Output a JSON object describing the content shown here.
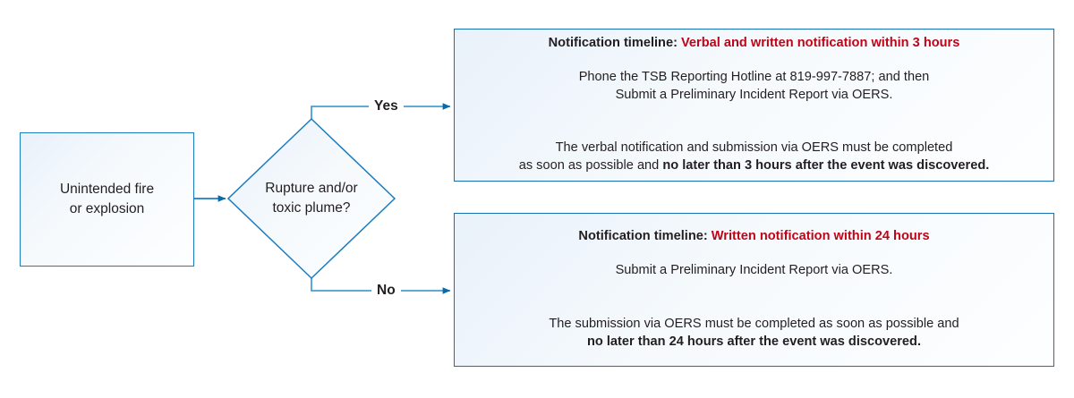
{
  "diagram": {
    "type": "flowchart",
    "title": "Unintended fire or explosion notification flowchart",
    "accent_blue": "#1b7cc0",
    "accent_red": "#c00418",
    "text_color": "#231f20",
    "box_fill_from": "#e9f1fa",
    "box_fill_to": "#fdfeff"
  },
  "start": {
    "line1": "Unintended fire",
    "line2": "or explosion"
  },
  "decision": {
    "line1": "Rupture and/or",
    "line2": "toxic plume?"
  },
  "branches": {
    "yes": "Yes",
    "no": "No"
  },
  "outcome_yes": {
    "heading_prefix": "Notification timeline: ",
    "heading_accent": "Verbal and written notification within 3 hours",
    "action_lines": "Phone the TSB Reporting Hotline at 819-997-7887; and then\nSubmit a Preliminary Incident Report via OERS.",
    "deadline_line1": "The verbal notification and submission via OERS must be completed",
    "deadline_line2_plain": "as soon as possible and ",
    "deadline_line2_bold": "no later than 3 hours after the event was discovered."
  },
  "outcome_no": {
    "heading_prefix": "Notification timeline: ",
    "heading_accent": "Written notification within 24 hours",
    "action_lines": "Submit a Preliminary Incident Report via OERS.",
    "deadline_line1": "The submission via OERS must be completed as soon as possible and",
    "deadline_line2_bold": "no later than 24 hours after the event was discovered."
  }
}
